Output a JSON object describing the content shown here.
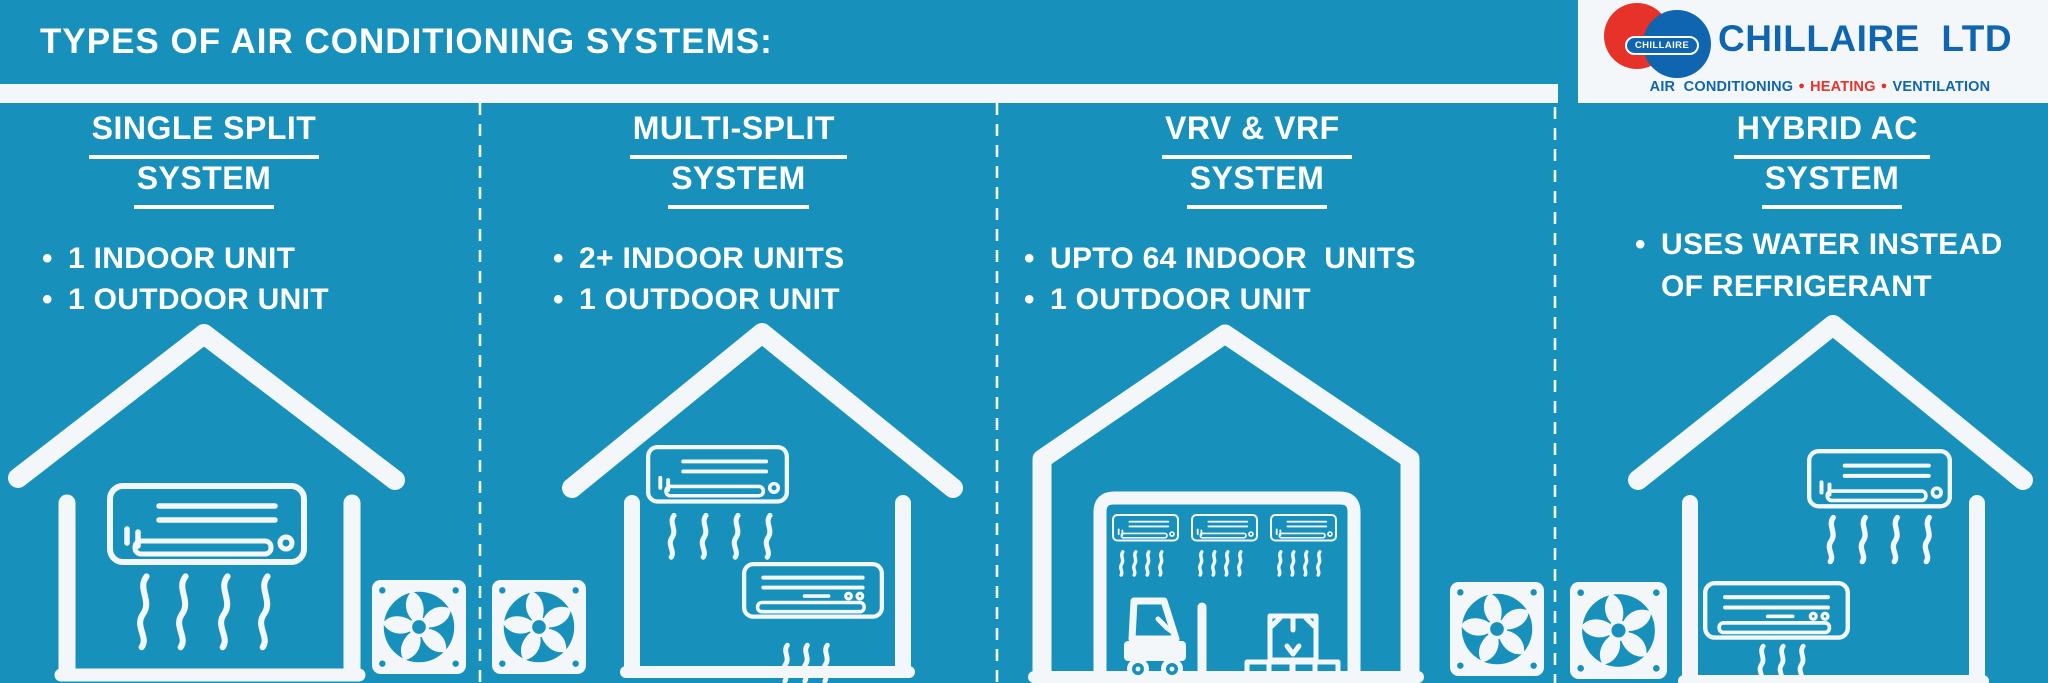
{
  "header": {
    "title": "TYPES OF AIR CONDITIONING SYSTEMS:"
  },
  "logo": {
    "badge_text": "CHILLAIRE",
    "company_name": "CHILLAIRE  LTD",
    "tagline_part1": "AIR  CONDITIONING",
    "tagline_part2": "HEATING",
    "tagline_part3": "VENTILATION",
    "tagline_separator": "●"
  },
  "ui": {
    "bullet_marker": "•"
  },
  "colors": {
    "background_teal": "#1791bb",
    "icon_white": "#f3f7f9",
    "text_white": "#ffffff",
    "logo_blue": "#1065b0",
    "logo_red": "#e63229"
  },
  "icons": {
    "indoor_unit": "ac-indoor-unit-icon",
    "outdoor_unit": "fan-outdoor-unit-icon",
    "house": "house-outline-icon",
    "warehouse": "warehouse-outline-icon",
    "forklift": "forklift-icon",
    "boxes": "stacked-boxes-icon",
    "airflow": "airflow-wave-icon"
  },
  "columns": [
    {
      "title_line1": "SINGLE SPLIT",
      "title_line2": "SYSTEM",
      "bullets": [
        "1 INDOOR UNIT",
        "1 OUTDOOR UNIT"
      ]
    },
    {
      "title_line1": "MULTI-SPLIT ",
      "title_line2": "SYSTEM",
      "bullets": [
        "2+ INDOOR UNITS",
        "1 OUTDOOR UNIT"
      ]
    },
    {
      "title_line1": "VRV & VRF ",
      "title_line2": "SYSTEM",
      "bullets": [
        "UPTO 64 INDOOR  UNITS",
        "1 OUTDOOR UNIT"
      ]
    },
    {
      "title_line1": "HYBRID AC ",
      "title_line2": "SYSTEM",
      "bullets": [
        "USES WATER INSTEAD OF REFRIGERANT"
      ]
    }
  ]
}
